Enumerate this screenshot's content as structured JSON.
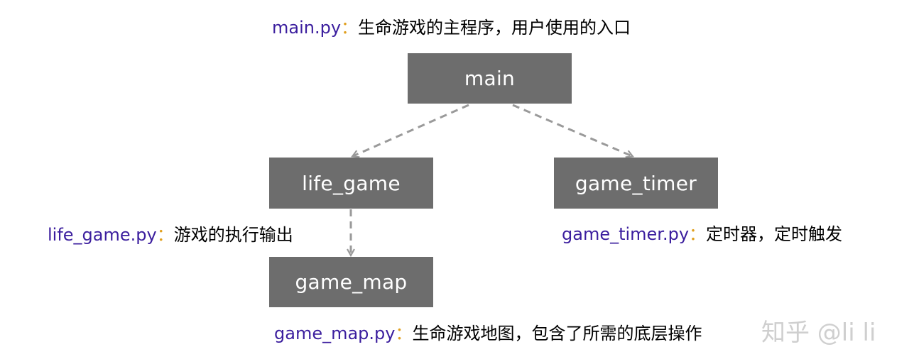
{
  "nodes": {
    "main": "main",
    "life_game": "life_game",
    "game_timer": "game_timer",
    "game_map": "game_map"
  },
  "captions": {
    "main": {
      "file": "main.py",
      "sep": "：",
      "desc": "生命游戏的主程序，用户使用的入口"
    },
    "life_game": {
      "file": "life_game.py",
      "sep": "：",
      "desc": "游戏的执行输出"
    },
    "game_timer": {
      "file": "game_timer.py",
      "sep": "：",
      "desc": "定时器，定时触发"
    },
    "game_map": {
      "file": "game_map.py",
      "sep": "：",
      "desc": "生命游戏地图，包含了所需的底层操作"
    }
  },
  "watermark": "知乎 @li li",
  "colors": {
    "node_fill": "#6d6d6d",
    "node_text": "#ffffff",
    "file_text": "#3b1e9e",
    "separator": "#e0a020",
    "edge": "#9a9a9a"
  }
}
